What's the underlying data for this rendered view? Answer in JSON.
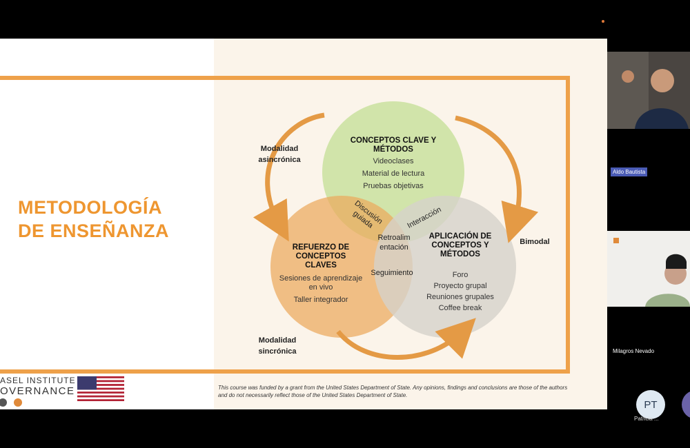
{
  "slide": {
    "title_line1": "METODOLOGÍA",
    "title_line2": "DE ENSEÑANZA",
    "accent_color": "#eea14a"
  },
  "diagram": {
    "modalidad_asincronica": [
      "Modalidad",
      "asincrónica"
    ],
    "modalidad_sincronica": [
      "Modalidad",
      "sincrónica"
    ],
    "bimodal": "Bimodal",
    "circle_top": {
      "title": [
        "CONCEPTOS CLAVE Y",
        "MÉTODOS"
      ],
      "items": [
        "Videoclases",
        "Material de lectura",
        "Pruebas objetivas"
      ],
      "color": "#cfe3a7"
    },
    "circle_left": {
      "title": [
        "REFUERZO DE",
        "CONCEPTOS CLAVES"
      ],
      "items": [
        "Sesiones de aprendizaje",
        "en vivo",
        "Taller integrador"
      ],
      "color": "#eba95d"
    },
    "circle_right": {
      "title": [
        "APLICACIÓN DE",
        "CONCEPTOS Y",
        "MÉTODOS"
      ],
      "items": [
        "Foro",
        "Proyecto grupal",
        "Reuniones grupales",
        "Coffee break"
      ],
      "color": "#dcd8d0"
    },
    "overlap_top_left": [
      "Discusión",
      "guiada"
    ],
    "overlap_top_right": "Interacción",
    "overlap_center": [
      "Retroalim",
      "entación"
    ],
    "overlap_left_right": "Seguimiento"
  },
  "footer": {
    "logo_line1": "ASEL INSTITUTE ON",
    "logo_line2": "OVERNANCE",
    "disclaimer": "This course was funded by a grant from the United States Department of State. Any opinions, findings and conclusions are those of the authors and do not necessarily reflect those of the United States Department of State."
  },
  "participants": {
    "p1_name": "Aldo Bautista",
    "p2_name": "Milagros Nevado",
    "p3_initials": "PT",
    "p3_name": "Patricia ..."
  }
}
